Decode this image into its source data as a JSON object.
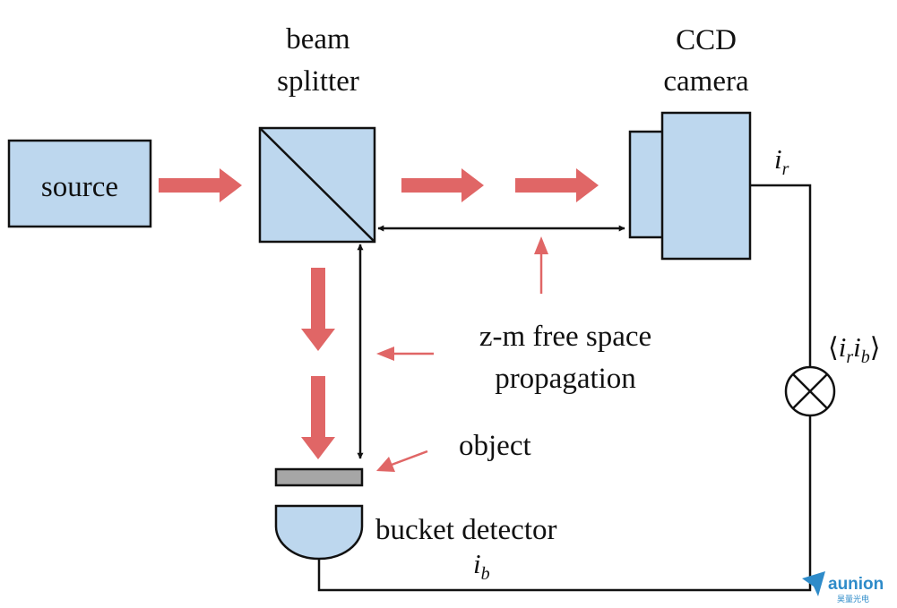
{
  "labels": {
    "source": "source",
    "beam_splitter_line1": "beam",
    "beam_splitter_line2": "splitter",
    "ccd_line1": "CCD",
    "ccd_line2": "camera",
    "propagation_line1": "z-m free space",
    "propagation_line2": "propagation",
    "object": "object",
    "bucket_detector": "bucket detector"
  },
  "signals": {
    "ir_base": "i",
    "ir_sub": "r",
    "ib_base": "i",
    "ib_sub": "b",
    "correlation_open": "⟨",
    "correlation_i1": "i",
    "correlation_s1": "r",
    "correlation_i2": "i",
    "correlation_s2": "b",
    "correlation_close": "⟩"
  },
  "watermark": {
    "text": "aunion",
    "subtext": "昊量光电"
  },
  "colors": {
    "component_fill": "#bdd7ee",
    "beam_arrow": "#e06666",
    "object_fill": "#a6a6a6",
    "line": "#111111",
    "watermark": "#2e8bc9"
  }
}
